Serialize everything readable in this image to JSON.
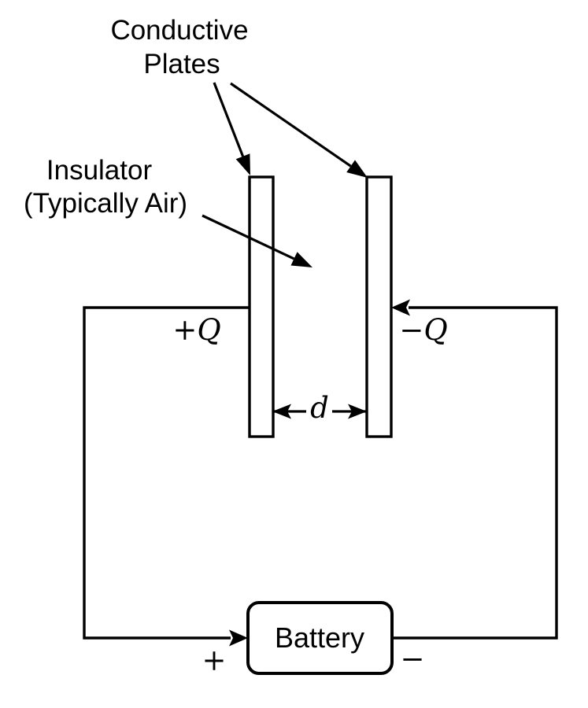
{
  "labels": {
    "conductive_plates": {
      "line1": "Conductive",
      "line2": "Plates"
    },
    "insulator": {
      "line1": "Insulator",
      "line2": "(Typically Air)"
    },
    "positive_charge": "+Q",
    "negative_charge": "−Q",
    "plate_distance": "d",
    "battery": "Battery",
    "battery_positive_terminal": "+",
    "battery_negative_terminal": "−"
  },
  "colors": {
    "ink": "#000000",
    "background": "#ffffff"
  }
}
